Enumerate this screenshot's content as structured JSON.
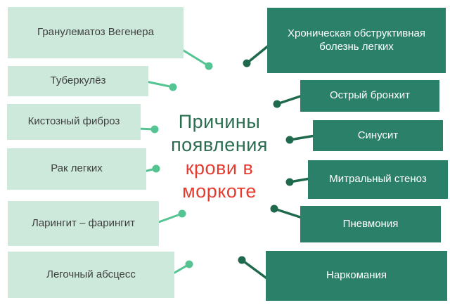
{
  "center": {
    "title_green": "Причины\nпоявления",
    "title_red": "крови в\nморкоте"
  },
  "left_items": [
    {
      "label": "Гранулематоз Вегенера"
    },
    {
      "label": "Туберкулёз"
    },
    {
      "label": "Кистозный фиброз"
    },
    {
      "label": "Рак легких"
    },
    {
      "label": "Ларингит – фарингит"
    },
    {
      "label": "Легочный абсцесс"
    }
  ],
  "right_items": [
    {
      "label": "Хроническая обструктивная болезнь легких"
    },
    {
      "label": "Острый бронхит"
    },
    {
      "label": "Синусит"
    },
    {
      "label": "Митральный стеноз"
    },
    {
      "label": "Пневмония"
    },
    {
      "label": "Наркомания"
    }
  ],
  "colors": {
    "box_light": "#cde9dc",
    "box_dark": "#2b8069",
    "connector_light": "#55c493",
    "connector_dark": "#1f6a4d",
    "title_green": "#2b6d4f",
    "title_red": "#e63c30",
    "text_dark": "#3f3f3f",
    "text_light": "#ffffff",
    "background": "#ffffff"
  }
}
